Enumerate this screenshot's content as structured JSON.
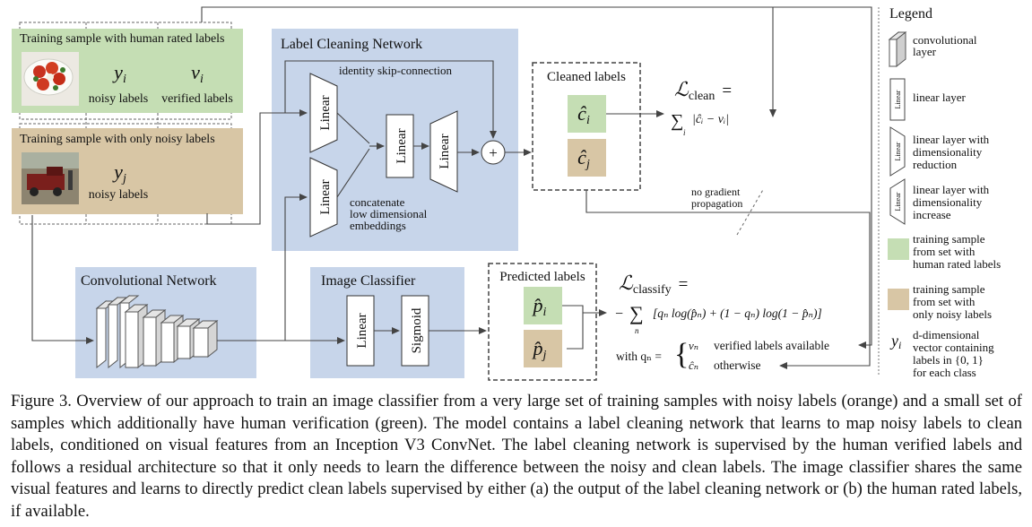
{
  "samples": {
    "human": {
      "title": "Training sample with human rated labels",
      "y_symbol": "y",
      "y_sub": "i",
      "y_caption": "noisy labels",
      "v_symbol": "v",
      "v_sub": "i",
      "v_caption": "verified labels"
    },
    "noisy": {
      "title": "Training sample with only noisy labels",
      "y_symbol": "y",
      "y_sub": "j",
      "y_caption": "noisy labels"
    }
  },
  "label_cleaning": {
    "title": "Label Cleaning Network",
    "skip_label": "identity skip-connection",
    "layer_label": "Linear",
    "concat_line1": "concatenate",
    "concat_line2": "low dimensional",
    "concat_line3": "embeddings",
    "plus": "+"
  },
  "cleaned": {
    "title": "Cleaned labels",
    "ci": "ĉ",
    "ci_sub": "i",
    "cj": "ĉ",
    "cj_sub": "j"
  },
  "loss_clean": {
    "L": "ℒ",
    "sub": "clean",
    "eq": "=",
    "sum": "∑",
    "sum_index": "i",
    "term": "|ĉᵢ − vᵢ|"
  },
  "no_grad": {
    "line1": "no gradient",
    "line2": "propagation"
  },
  "conv": {
    "title": "Convolutional Network"
  },
  "classifier": {
    "title": "Image Classifier",
    "linear": "Linear",
    "sigmoid": "Sigmoid"
  },
  "predicted": {
    "title": "Predicted labels",
    "pi": "p̂",
    "pi_sub": "i",
    "pj": "p̂",
    "pj_sub": "j"
  },
  "loss_classify": {
    "L": "ℒ",
    "sub": "classify",
    "eq": "=",
    "minus": "−",
    "sum": "∑",
    "sum_index": "n",
    "term": "[qₙ log(p̂ₙ) + (1 − qₙ) log(1 − p̂ₙ)]",
    "with": "with qₙ =",
    "case1_sym": "vₙ",
    "case1_text": "verified labels available",
    "case2_sym": "ĉₙ",
    "case2_text": "otherwise"
  },
  "legend": {
    "title": "Legend",
    "layer_tag": "Linear",
    "items": [
      {
        "line1": "convolutional",
        "line2": "layer",
        "line3": ""
      },
      {
        "line1": "linear layer",
        "line2": "",
        "line3": ""
      },
      {
        "line1": "linear layer with",
        "line2": "dimensionality",
        "line3": "reduction"
      },
      {
        "line1": "linear layer with",
        "line2": "dimensionality",
        "line3": "increase"
      },
      {
        "line1": "training sample",
        "line2": "from set with",
        "line3": "human rated labels"
      },
      {
        "line1": "training sample",
        "line2": "from set with",
        "line3": "only noisy labels"
      }
    ],
    "y_symbol": "y",
    "y_sub": "i",
    "y_line1": "d-dimensional",
    "y_line2": "vector containing",
    "y_line3": "labels in {0, 1}",
    "y_line4": "for each class"
  },
  "colors": {
    "green": "#c5deb4",
    "tan": "#d8c6a5",
    "blue_panel": "#c7d5ea",
    "line": "#444444"
  },
  "caption": "Figure 3. Overview of our approach to train an image classifier from a very large set of training samples with noisy labels (orange) and a small set of samples which additionally have human verification (green). The model contains a label cleaning network that learns to map noisy labels to clean labels, conditioned on visual features from an Inception V3 ConvNet. The label cleaning network is supervised by the human verified labels and follows a residual architecture so that it only needs to learn the difference between the noisy and clean labels. The image classifier shares the same visual features and learns to directly predict clean labels supervised by either (a) the output of the label cleaning network or (b) the human rated labels, if available."
}
